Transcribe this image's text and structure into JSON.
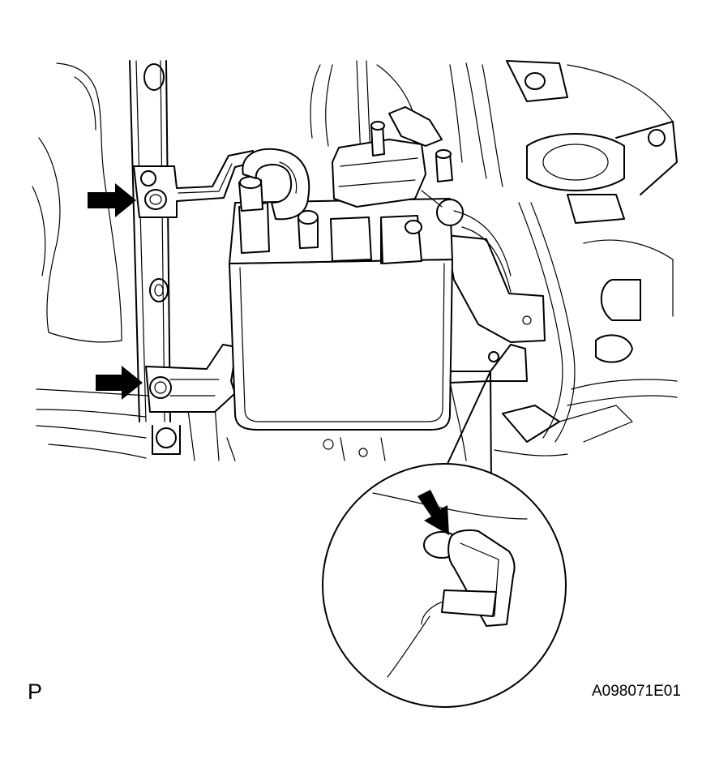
{
  "labels": {
    "view_code": "P",
    "figure_code": "A098071E01"
  },
  "colors": {
    "line": "#000000",
    "background": "#ffffff"
  },
  "callouts": [
    {
      "name": "upper-left-bolt",
      "icon": "arrow-right-icon"
    },
    {
      "name": "lower-left-bolt",
      "icon": "arrow-right-icon"
    },
    {
      "name": "detail-tab",
      "icon": "arrow-down-right-icon"
    }
  ]
}
